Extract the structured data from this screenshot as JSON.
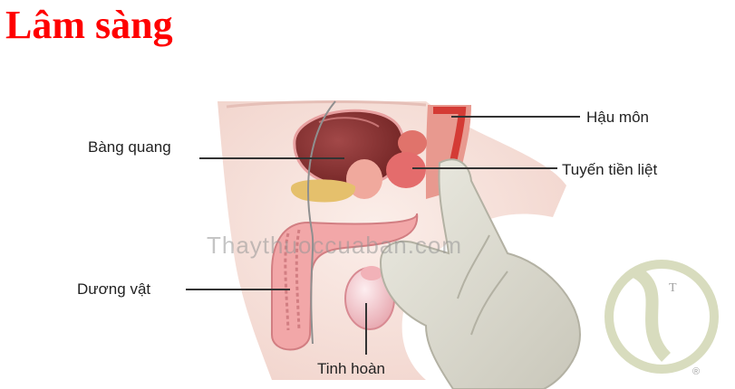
{
  "title": "Lâm sàng",
  "labels": {
    "bladder": "Bàng quang",
    "anus": "Hậu môn",
    "prostate": "Tuyến tiền liệt",
    "penis": "Dương vật",
    "testis": "Tinh hoàn"
  },
  "watermark": "Thaythuoccuaban.com",
  "logo": {
    "letter": "T",
    "registered": "®"
  }
}
